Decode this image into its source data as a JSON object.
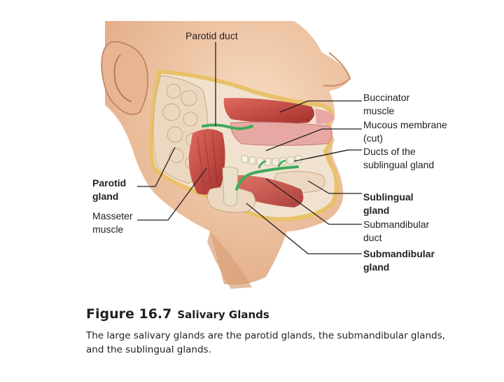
{
  "labels": {
    "parotid_duct": [
      "Parotid duct"
    ],
    "buccinator_muscle": [
      "Buccinator",
      "muscle"
    ],
    "mucous_membrane": [
      "Mucous membrane",
      "(cut)"
    ],
    "sublingual_ducts": [
      "Ducts of the",
      "sublingual gland"
    ],
    "sublingual_gland": [
      "Sublingual",
      "gland"
    ],
    "submandibular_duct": [
      "Submandibular",
      "duct"
    ],
    "submandibular_gland": [
      "Submandibular",
      "gland"
    ],
    "parotid_gland": [
      "Parotid",
      "gland"
    ],
    "masseter_muscle": [
      "Masseter",
      "muscle"
    ]
  },
  "caption": {
    "figure_number": "Figure 16.7",
    "figure_title": "Salivary Glands",
    "text": "The large salivary glands are the parotid glands, the submandibular glands, and the sublingual glands."
  },
  "colors": {
    "skin": "#f3c9a8",
    "skin_shadow": "#d9a17c",
    "gland": "#ecd8c0",
    "muscle": "#c9453f",
    "duct": "#3daa5b",
    "bone_rim": "#e8c16a",
    "leader_line": "#231f20"
  }
}
